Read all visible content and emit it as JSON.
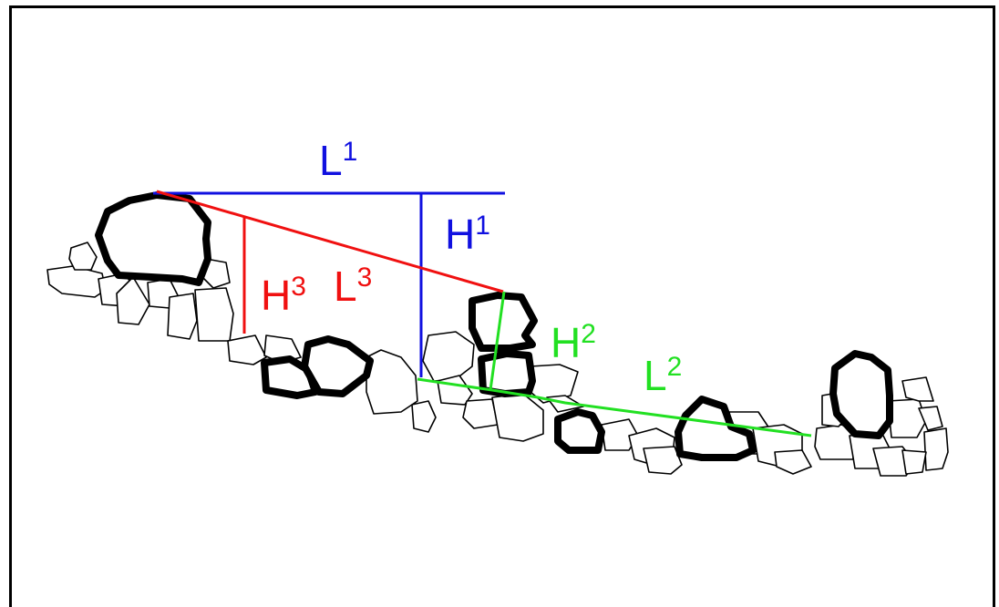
{
  "colors": {
    "blue": "#1010e0",
    "green": "#22e022",
    "red": "#f01010",
    "outline": "#000000"
  },
  "labels": {
    "l1": {
      "letter": "L",
      "index": "1"
    },
    "h1": {
      "letter": "H",
      "index": "1"
    },
    "l3": {
      "letter": "L",
      "index": "3"
    },
    "h3": {
      "letter": "H",
      "index": "3"
    },
    "h2": {
      "letter": "H",
      "index": "2"
    },
    "l2": {
      "letter": "L",
      "index": "2"
    }
  }
}
